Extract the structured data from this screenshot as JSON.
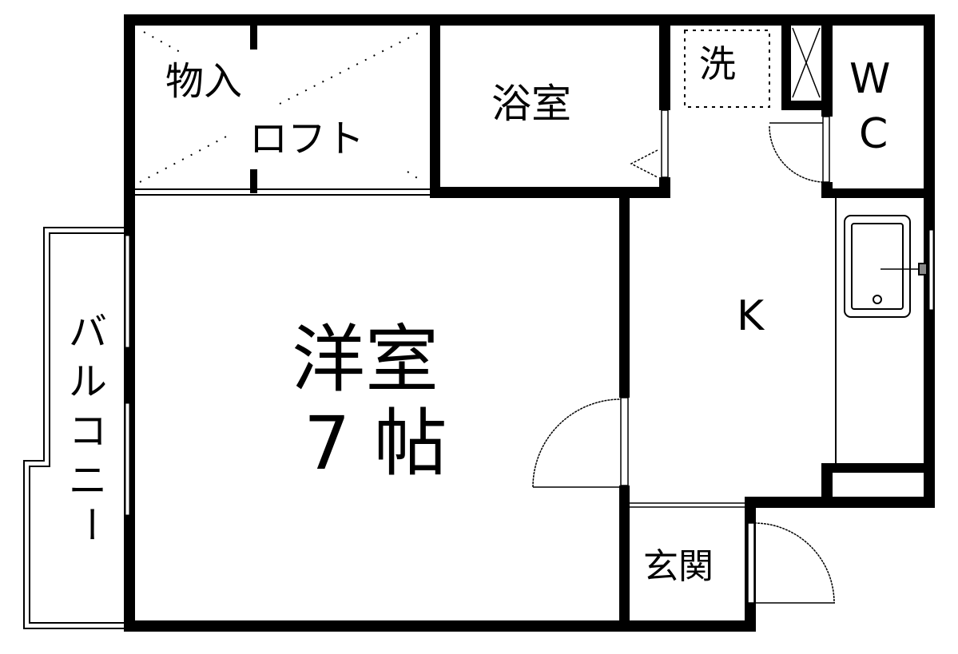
{
  "floorplan": {
    "colors": {
      "wall": "#000000",
      "background": "#ffffff"
    },
    "rooms": {
      "storage_loft": {
        "line1": "物入",
        "line2": "ロフト"
      },
      "bathroom": {
        "label": "浴室"
      },
      "washer": {
        "label": "洗"
      },
      "toilet": {
        "line1": "W",
        "line2": "C"
      },
      "western_room": {
        "line1": "洋室",
        "line2": "7 帖"
      },
      "kitchen": {
        "label": "K"
      },
      "entrance": {
        "label": "玄関"
      },
      "balcony": {
        "chars": [
          "バ",
          "ル",
          "コ",
          "ニ",
          "ー"
        ]
      }
    }
  }
}
